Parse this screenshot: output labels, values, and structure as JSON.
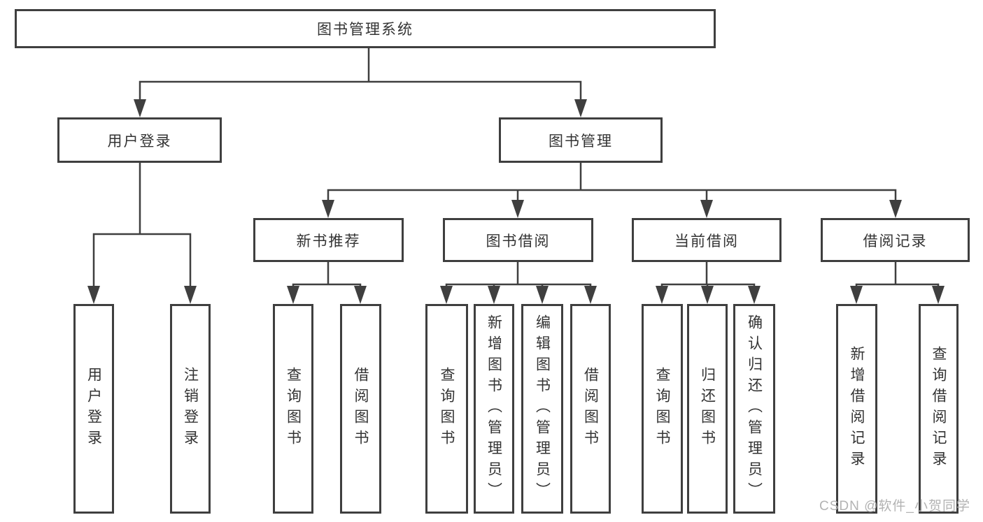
{
  "colors": {
    "line": "#3f3f3f",
    "text": "#333333",
    "watermark_text": "#b3b3b3"
  },
  "tree": {
    "root": {
      "label": "图书管理系统"
    },
    "branches": [
      {
        "label": "用户登录",
        "children": [
          {
            "label": "用户登录"
          },
          {
            "label": "注销登录"
          }
        ]
      },
      {
        "label": "图书管理",
        "children": [
          {
            "label": "新书推荐",
            "children": [
              {
                "label": "查询图书"
              },
              {
                "label": "借阅图书"
              }
            ]
          },
          {
            "label": "图书借阅",
            "children": [
              {
                "label": "查询图书"
              },
              {
                "label": "新增图书（管理员）"
              },
              {
                "label": "编辑图书（管理员）"
              },
              {
                "label": "借阅图书"
              }
            ]
          },
          {
            "label": "当前借阅",
            "children": [
              {
                "label": "查询图书"
              },
              {
                "label": "归还图书"
              },
              {
                "label": "确认归还（管理员）"
              }
            ]
          },
          {
            "label": "借阅记录",
            "children": [
              {
                "label": "新增借阅记录"
              },
              {
                "label": "查询借阅记录"
              }
            ]
          }
        ]
      }
    ]
  },
  "watermark": "CSDN @软件_小贺同学"
}
